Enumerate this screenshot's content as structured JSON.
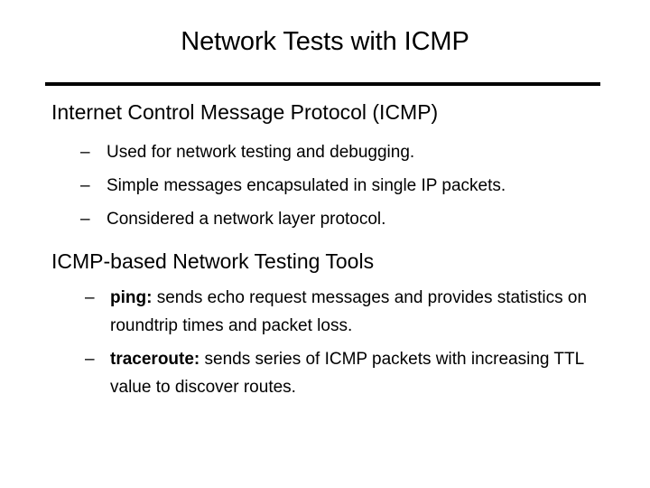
{
  "slide": {
    "title": "Network Tests with ICMP",
    "sections": [
      {
        "heading": "Internet Control Message Protocol (ICMP)",
        "bullet_marker": "–",
        "items": [
          {
            "term": "",
            "text": "Used for network testing and debugging."
          },
          {
            "term": "",
            "text": "Simple messages encapsulated in single IP packets."
          },
          {
            "term": "",
            "text": "Considered a network layer protocol."
          }
        ]
      },
      {
        "heading": "ICMP-based Network Testing Tools",
        "bullet_marker": "–",
        "items": [
          {
            "term": "ping:",
            "text": "sends echo request messages and provides statistics on roundtrip times and packet loss."
          },
          {
            "term": "traceroute:",
            "text": "sends series of ICMP packets with increasing TTL value to discover routes."
          }
        ]
      }
    ]
  },
  "colors": {
    "text": "#000000",
    "background": "#ffffff",
    "rule": "#000000"
  }
}
